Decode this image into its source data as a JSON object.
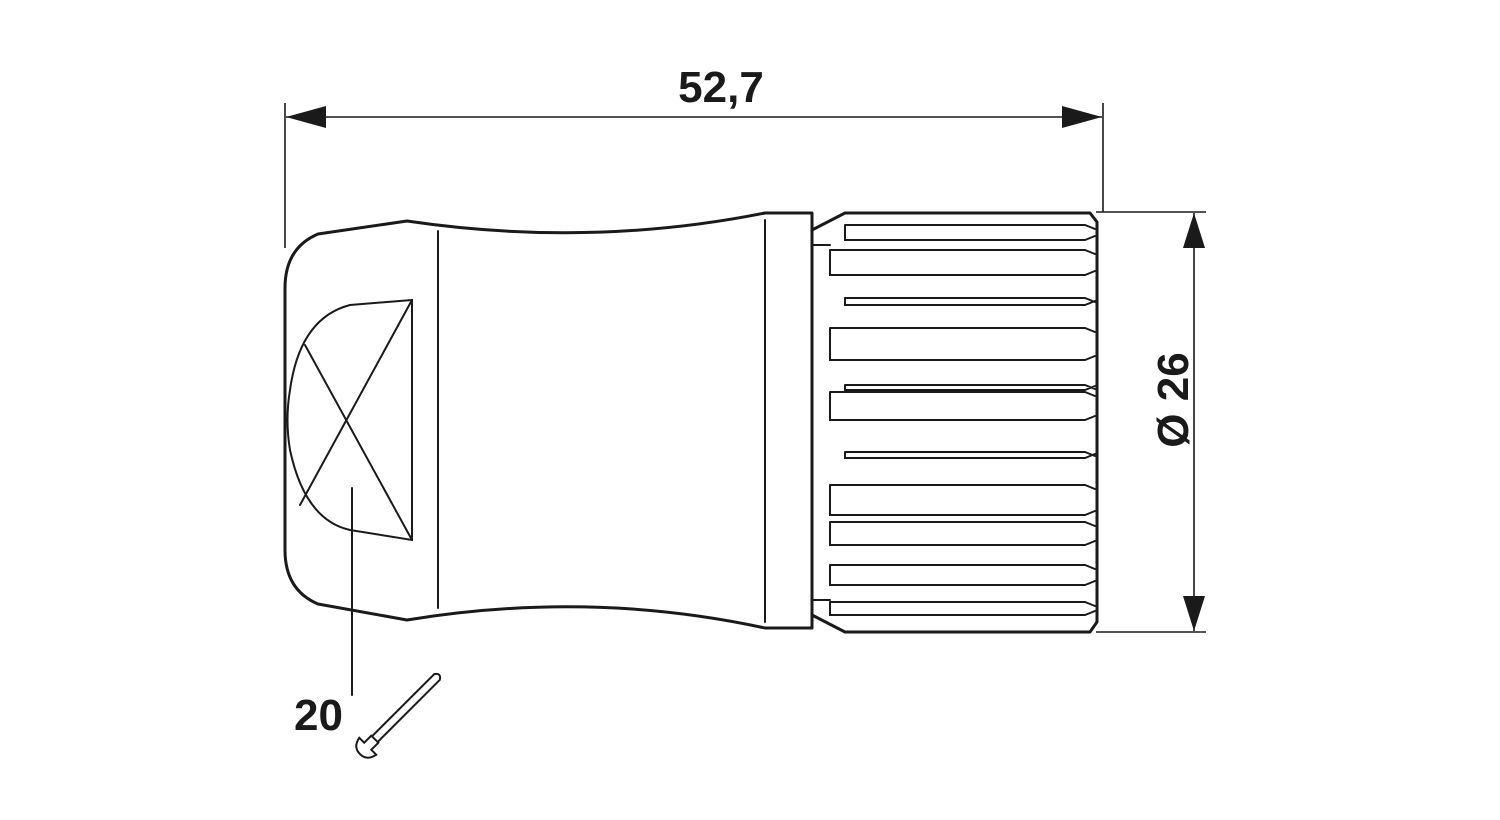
{
  "dimensions": {
    "length_label": "52,7",
    "diameter_label": "Ø 26",
    "wrench_size_label": "20"
  },
  "icons": {
    "wrench": "wrench-icon"
  },
  "colors": {
    "line": "#1a1a1a",
    "background": "#ffffff"
  }
}
